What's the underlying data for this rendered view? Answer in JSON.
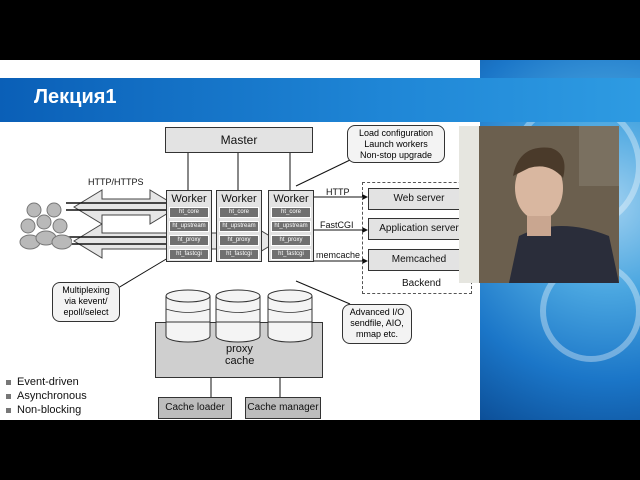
{
  "slide": {
    "title": "Лекция1",
    "bullets": [
      "Event-driven",
      "Asynchronous",
      "Non-blocking"
    ]
  },
  "diagram": {
    "master": "Master",
    "master_note": [
      "Load configuration",
      "Launch workers",
      "Non-stop upgrade"
    ],
    "client_protocol": "HTTP/HTTPS",
    "worker_label": "Worker",
    "modules": [
      "ht_core",
      "ht_upstream",
      "ht_proxy",
      "ht_fastcgi"
    ],
    "protocols": [
      "HTTP",
      "FastCGI",
      "memcache"
    ],
    "multiplexing_note": [
      "Multiplexing",
      "via kevent/",
      "epoll/select"
    ],
    "io_note": [
      "Advanced I/O",
      "sendfile, AIO,",
      "mmap etc."
    ],
    "cache_line1": "proxy",
    "cache_line2": "cache",
    "cache_loader": "Cache loader",
    "cache_manager": "Cache manager",
    "backend": {
      "servers": [
        "Web server",
        "Application server",
        "Memcached"
      ],
      "label": "Backend"
    }
  },
  "colors": {
    "title_bar": "#1479cf",
    "box_gray": "#e3e3e3",
    "module_gray": "#707070"
  }
}
